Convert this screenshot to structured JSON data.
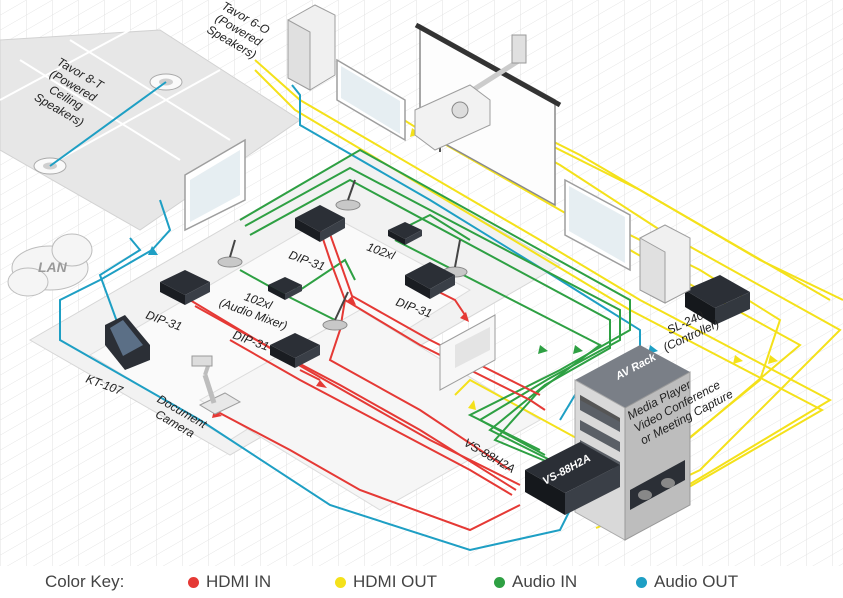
{
  "labels": {
    "tavor8t": [
      "Tavor 8-T",
      "(Powered",
      "Ceiling",
      "Speakers)"
    ],
    "tavor6o": [
      "Tavor 6-O",
      "(Powered",
      "Speakers)"
    ],
    "lan": "LAN",
    "kt107": "KT-107",
    "doc_camera": [
      "Document",
      "Camera"
    ],
    "dip31": "DIP-31",
    "mixer102xl": [
      "102xl",
      "(Audio Mixer)"
    ],
    "xl102": "102xl",
    "sl240": [
      "SL-240",
      "(Controller)"
    ],
    "vs88h2a": "VS-88H2A",
    "vs88h2a_panel": "VS-88H2A",
    "av_rack": "AV Rack",
    "rack_items": [
      "Media Player",
      "Video Conference",
      "or Meeting Capture"
    ]
  },
  "legend": {
    "title": "Color Key:",
    "items": [
      {
        "label": "HDMI IN",
        "color": "#e53935"
      },
      {
        "label": "HDMI OUT",
        "color": "#f4e11a"
      },
      {
        "label": "Audio IN",
        "color": "#2ea043"
      },
      {
        "label": "Audio OUT",
        "color": "#1e9fc4"
      }
    ]
  }
}
